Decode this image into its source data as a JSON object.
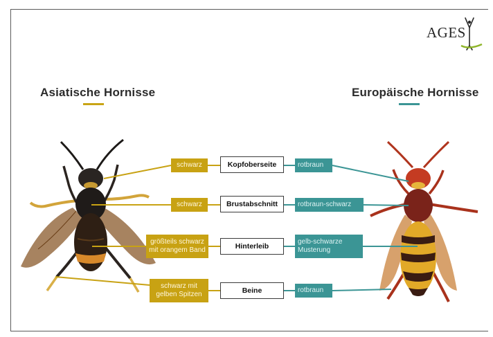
{
  "logo": {
    "text": "AGES"
  },
  "left_title": "Asiatische Hornisse",
  "right_title": "Europäische Hornisse",
  "rows": [
    {
      "feature": "Kopfoberseite",
      "asian": "schwarz",
      "european": "rotbraun"
    },
    {
      "feature": "Brustabschnitt",
      "asian": "schwarz",
      "european": "rotbraun-schwarz"
    },
    {
      "feature": "Hinterleib",
      "asian_lines": [
        "größteils schwarz",
        "mit orangem Band"
      ],
      "european_lines": [
        "gelb-schwarze",
        "Musterung"
      ]
    },
    {
      "feature": "Beine",
      "asian_lines": [
        "schwarz mit",
        "gelben Spitzen"
      ],
      "european": "rotbraun"
    }
  ],
  "colors": {
    "asian_accent": "#c8a213",
    "european_accent": "#3b9595"
  },
  "images": {
    "left": "asian-hornet-photo",
    "right": "european-hornet-photo"
  }
}
